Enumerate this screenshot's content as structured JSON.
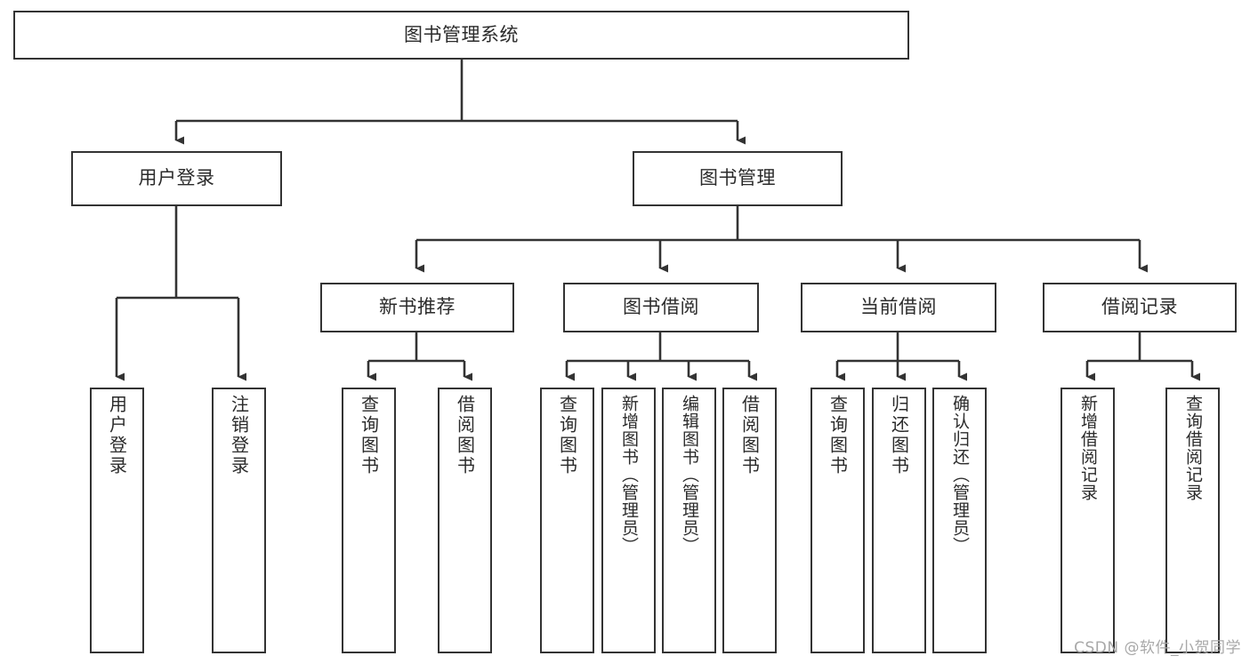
{
  "diagram": {
    "title": "图书管理系统",
    "type": "tree-hierarchy",
    "watermark": "CSDN @软件_小贺同学",
    "colors": {
      "box_border": "#333333",
      "box_fill": "#ffffff",
      "connector": "#333333",
      "text": "#2b2b2b",
      "watermark": "#a8a8a8"
    },
    "root": {
      "id": "root",
      "label": "图书管理系统"
    },
    "level2": [
      {
        "id": "user-login",
        "label": "用户登录"
      },
      {
        "id": "book-manage",
        "label": "图书管理"
      }
    ],
    "level3": [
      {
        "id": "new-book-rec",
        "label": "新书推荐",
        "parent": "book-manage"
      },
      {
        "id": "book-borrow",
        "label": "图书借阅",
        "parent": "book-manage"
      },
      {
        "id": "current-borrow",
        "label": "当前借阅",
        "parent": "book-manage"
      },
      {
        "id": "borrow-record",
        "label": "借阅记录",
        "parent": "book-manage"
      }
    ],
    "leaves": {
      "user-login": [
        {
          "id": "leaf-user-login",
          "label": "用户登录"
        },
        {
          "id": "leaf-logout",
          "label": "注销登录"
        }
      ],
      "new-book-rec": [
        {
          "id": "leaf-query-book-1",
          "label": "查询图书"
        },
        {
          "id": "leaf-borrow-book-1",
          "label": "借阅图书"
        }
      ],
      "book-borrow": [
        {
          "id": "leaf-query-book-2",
          "label": "查询图书"
        },
        {
          "id": "leaf-add-book",
          "label": "新增图书（管理员）"
        },
        {
          "id": "leaf-edit-book",
          "label": "编辑图书（管理员）"
        },
        {
          "id": "leaf-borrow-book-2",
          "label": "借阅图书"
        }
      ],
      "current-borrow": [
        {
          "id": "leaf-query-book-3",
          "label": "查询图书"
        },
        {
          "id": "leaf-return-book",
          "label": "归还图书"
        },
        {
          "id": "leaf-confirm-return",
          "label": "确认归还（管理员）"
        }
      ],
      "borrow-record": [
        {
          "id": "leaf-add-record",
          "label": "新增借阅记录"
        },
        {
          "id": "leaf-query-record",
          "label": "查询借阅记录"
        }
      ]
    }
  }
}
